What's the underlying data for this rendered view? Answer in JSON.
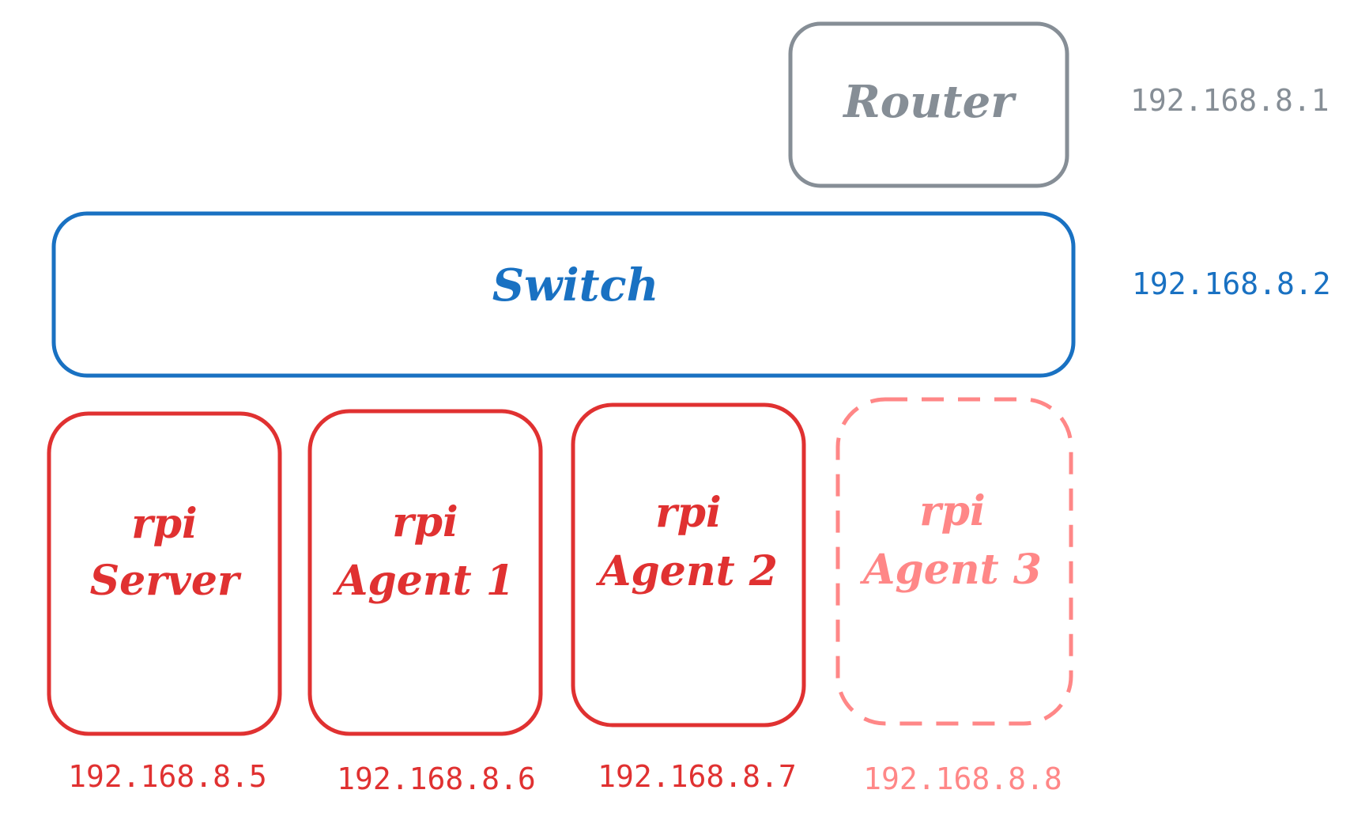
{
  "colors": {
    "router": "#868e96",
    "switch": "#1971c2",
    "node": "#e03131",
    "node_pending": "#ff8787"
  },
  "router": {
    "label": "Router",
    "ip": "192.168.8.1"
  },
  "switch": {
    "label": "Switch",
    "ip": "192.168.8.2"
  },
  "nodes": [
    {
      "line1": "rpi",
      "line2": "Server",
      "ip": "192.168.8.5"
    },
    {
      "line1": "rpi",
      "line2": "Agent 1",
      "ip": "192.168.8.6"
    },
    {
      "line1": "rpi",
      "line2": "Agent 2",
      "ip": "192.168.8.7"
    },
    {
      "line1": "rpi",
      "line2": "Agent 3",
      "ip": "192.168.8.8"
    }
  ]
}
